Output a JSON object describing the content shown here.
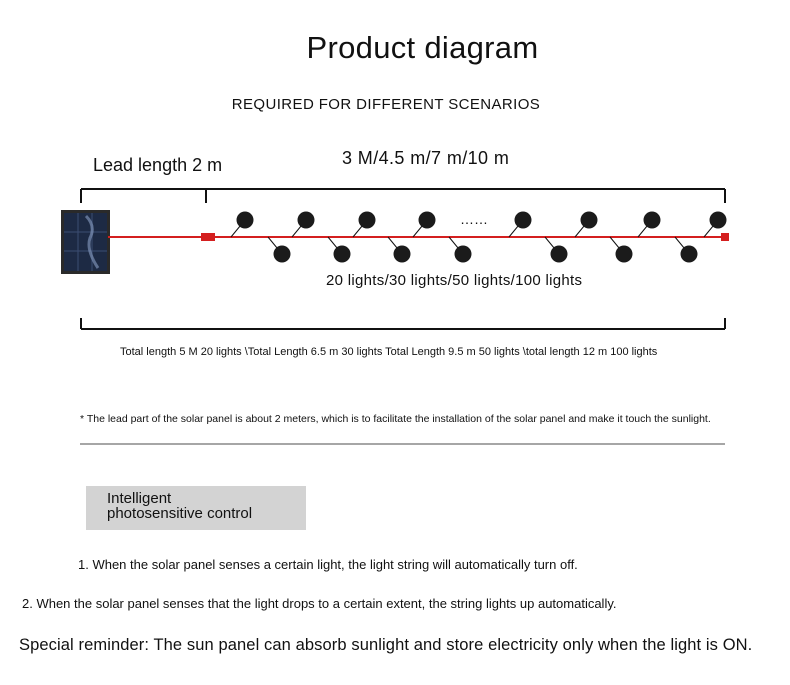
{
  "title": "Product diagram",
  "subtitle": "REQUIRED FOR DIFFERENT SCENARIOS",
  "lead_label": "Lead length 2 m",
  "length_label": "3 M/4.5 m/7 m/10 m",
  "ellipsis": "……",
  "lights_label": "20 lights/30 lights/50 lights/100 lights",
  "total_text": "Total length 5 M 20 lights \\Total Length 6.5 m 30 lights Total Length 9.5 m 50 lights \\total length 12 m 100 lights",
  "footnote": "* The lead part of the solar panel is about 2 meters, which is to facilitate the installation of the solar panel and make it touch the sunlight.",
  "control": {
    "line1": "Intelligent",
    "line2": "photosensitive control"
  },
  "items": [
    "1. When the solar panel senses a certain light, the light string will automatically turn off.",
    "2. When the solar panel senses that the light drops to a certain extent, the string lights up automatically."
  ],
  "reminder": "Special reminder: The sun panel can absorb sunlight and store electricity only when the light is ON.",
  "colors": {
    "wire": "#d41f1f",
    "bulb": "#1b1b1b",
    "panel": "#1d2a44",
    "control_bg": "#d3d3d3"
  },
  "icons": [
    "solar-panel-icon",
    "light-bulb-icon"
  ]
}
